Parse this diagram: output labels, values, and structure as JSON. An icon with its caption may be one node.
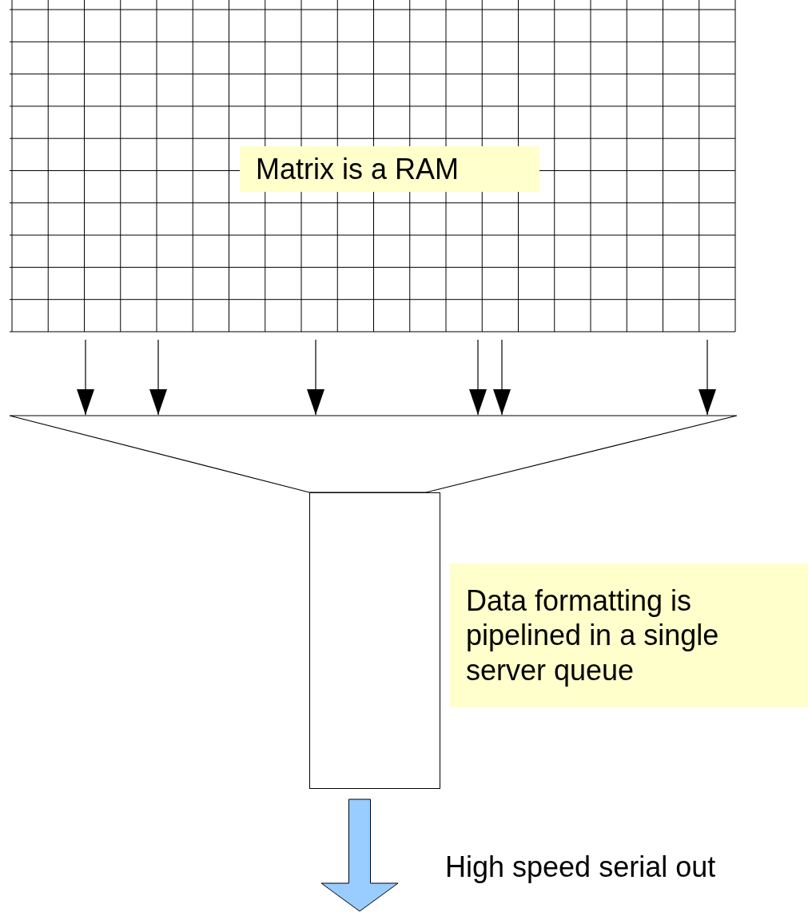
{
  "diagram": {
    "nodes": [
      {
        "text": [],
        "shape": "box"
      },
      {
        "text": [
          "Matrix is a RAM"
        ],
        "in": 0
      },
      {
        "text": [],
        "shape": "trapezoid"
      },
      {
        "text": [],
        "shape": "box"
      },
      {
        "text": [
          "Data formatting is pipelined in a single server queue"
        ]
      }
    ],
    "edges": [
      {
        "from": 0,
        "to": 2,
        "arrow": "to"
      },
      {
        "from": 0,
        "to": 2,
        "arrow": "to"
      },
      {
        "from": 0,
        "to": 2,
        "arrow": "to"
      },
      {
        "from": 0,
        "to": 2,
        "arrow": "to"
      },
      {
        "from": 0,
        "to": 2,
        "arrow": "to"
      },
      {
        "from": 0,
        "to": 2,
        "arrow": "to"
      },
      {
        "from": 3,
        "to": null,
        "arrow": "to",
        "label": "High speed serial out",
        "style": "thick",
        "color": "#99ccff"
      }
    ]
  }
}
